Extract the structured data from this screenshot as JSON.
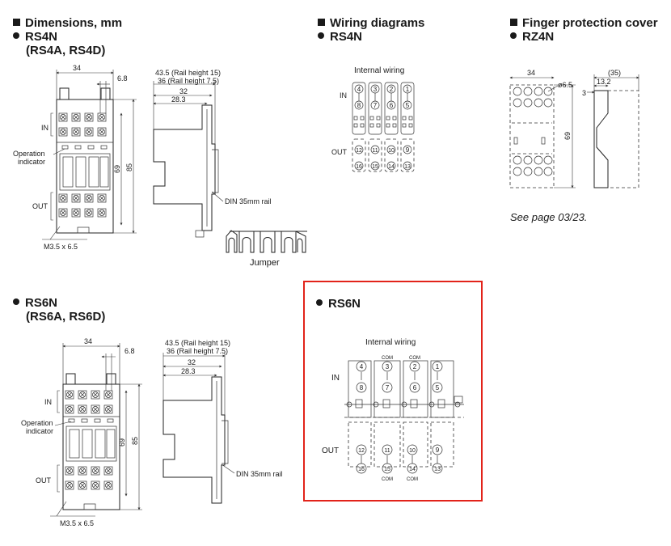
{
  "headings": {
    "dimensions": "Dimensions, mm",
    "dimensions_model": "RS4N",
    "dimensions_variants": "(RS4A, RS4D)",
    "wiring": "Wiring diagrams",
    "wiring_model": "RS4N",
    "cover": "Finger protection cover",
    "cover_model": "RZ4N",
    "rs6_model": "RS6N",
    "rs6_variants": "(RS6A, RS6D)",
    "rs6_wiring_model": "RS6N"
  },
  "rs4_front": {
    "width": "34",
    "offset": "6.8",
    "height_inner": "69",
    "height_outer": "85",
    "in_label": "IN",
    "out_label": "OUT",
    "indicator_line1": "Operation",
    "indicator_line2": "indicator",
    "screw": "M3.5 x 6.5"
  },
  "rs4_side": {
    "line1": "43.5 (Rail height 15)",
    "line2": "36 (Rail height 7.5)",
    "d32": "32",
    "d283": "28.3",
    "rail": "DIN 35mm rail"
  },
  "jumper": {
    "label": "Jumper"
  },
  "rs4_wiring": {
    "title": "Internal wiring",
    "in_label": "IN",
    "out_label": "OUT",
    "top": [
      "4",
      "3",
      "2",
      "1"
    ],
    "mid": [
      "8",
      "7",
      "6",
      "5"
    ],
    "out1": [
      "12",
      "11",
      "10",
      "9"
    ],
    "out2": [
      "16",
      "15",
      "14",
      "13"
    ]
  },
  "cover": {
    "w34": "34",
    "w35": "(35)",
    "d132": "13.2",
    "d3": "3",
    "hole": "ø6.5",
    "h69": "69",
    "see": "See page  03/23."
  },
  "rs6_front": {
    "width": "34",
    "offset": "6.8",
    "height_inner": "69",
    "height_outer": "85",
    "in_label": "IN",
    "out_label": "OUT",
    "indicator_line1": "Operation",
    "indicator_line2": "indicator",
    "screw": "M3.5 x 6.5"
  },
  "rs6_side": {
    "line1": "43.5 (Rail height 15)",
    "line2": "36 (Rail height 7.5)",
    "d32": "32",
    "d283": "28.3",
    "rail": "DIN 35mm rail"
  },
  "rs6_wiring": {
    "title": "Internal wiring",
    "in_label": "IN",
    "out_label": "OUT",
    "com": "COM",
    "top": [
      "4",
      "3",
      "2",
      "1"
    ],
    "mid": [
      "8",
      "7",
      "6",
      "5"
    ],
    "out1": [
      "12",
      "11",
      "10",
      "9"
    ],
    "out2": [
      "16",
      "15",
      "14",
      "13"
    ]
  },
  "colors": {
    "highlight": "#e2231a",
    "ink": "#1a1a1a"
  }
}
